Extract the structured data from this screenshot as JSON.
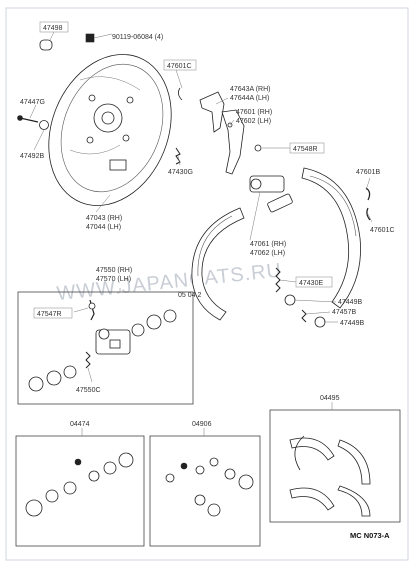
{
  "watermark": "WWW.JAPANCATS.RU",
  "diagram_ref": "MC N073-A",
  "small_text": "05 04 2",
  "labels": {
    "p47498": "47498",
    "p90119": "90119-06084 (4)",
    "p47447g": "47447G",
    "p47492b": "47492B",
    "p47601c_top": "47601C",
    "p47643a": "47643A (RH)",
    "p47644a": "47644A (LH)",
    "p47601": "47601 (RH)",
    "p47602": "47602 (LH)",
    "p47430g": "47430G",
    "p47548r": "47548R",
    "p47601b": "47601B",
    "p47601c_right": "47601C",
    "p47043": "47043 (RH)",
    "p47044": "47044 (LH)",
    "p47061": "47061 (RH)",
    "p47062": "47062 (LH)",
    "p47430e": "47430E",
    "p47550": "47550 (RH)",
    "p47570": "47570 (LH)",
    "p47547r": "47547R",
    "p47550c": "47550C",
    "p47449b_a": "47449B",
    "p47457b": "47457B",
    "p47449b_b": "47449B",
    "k04474": "04474",
    "k04906": "04906",
    "k04495": "04495"
  }
}
